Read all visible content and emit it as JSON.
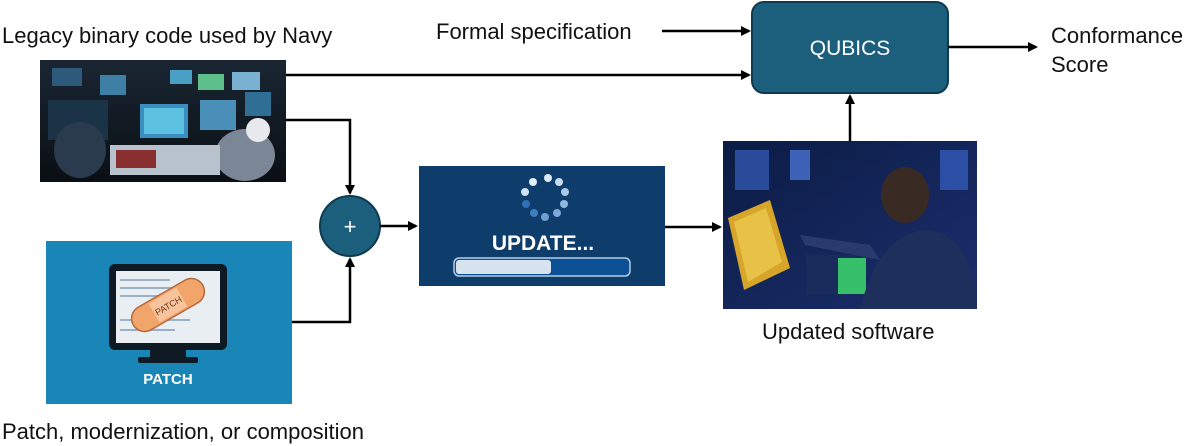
{
  "labels": {
    "legacy": "Legacy binary code used by Navy",
    "formal_spec": "Formal specification",
    "qubics": "QUBICS",
    "conformance_line1": "Conformance",
    "conformance_line2": "Score",
    "plus": "+",
    "update": "UPDATE...",
    "patch_caption": "PATCH",
    "patch_bandage": "PATCH",
    "updated_software": "Updated software",
    "patch_source": "Patch, modernization, or composition"
  },
  "update_progress": 0.55,
  "colors": {
    "qubics_fill": "#1b5f7d",
    "plus_circle": "#1b5f7d",
    "update_panel": "#0f3d6b",
    "patch_panel": "#1a86b8",
    "arrow": "#000000"
  }
}
